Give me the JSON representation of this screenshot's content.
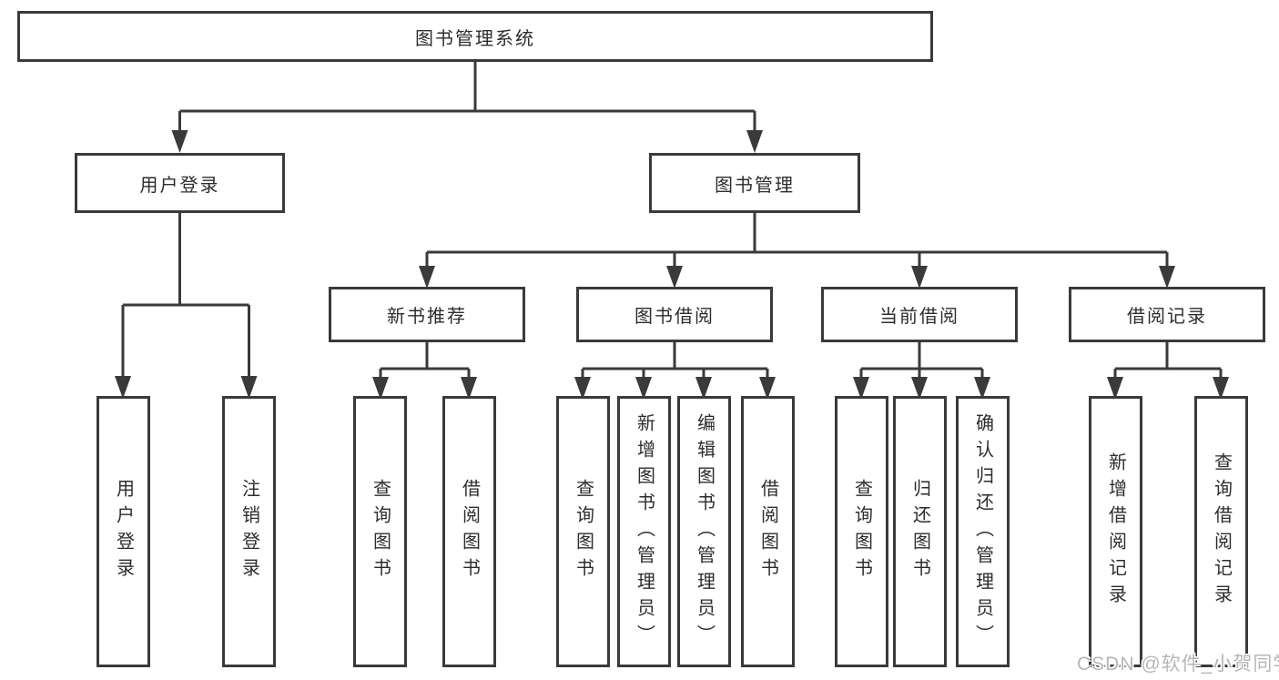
{
  "diagram": {
    "root": "图书管理系统",
    "level2": {
      "user_login": "用户登录",
      "book_mgmt": "图书管理"
    },
    "level3": {
      "new_books": "新书推荐",
      "book_borrow": "图书借阅",
      "current_borrow": "当前借阅",
      "borrow_records": "借阅记录"
    },
    "leaves": {
      "user_login_leaf": "用户登录",
      "logout": "注销登录",
      "nb_query": "查询图书",
      "nb_borrow": "借阅图书",
      "bb_query": "查询图书",
      "bb_add": "新增图书（管理员）",
      "bb_edit": "编辑图书（管理员）",
      "bb_borrow": "借阅图书",
      "cb_query": "查询图书",
      "cb_return": "归还图书",
      "cb_confirm": "确认归还（管理员）",
      "br_add": "新增借阅记录",
      "br_query": "查询借阅记录"
    }
  },
  "watermark": "CSDN @软件_小贺同学",
  "colors": {
    "line": "#3a3a3a",
    "box_border": "#3a3a3a",
    "text": "#2b2d30",
    "watermark": "#b4b7b9",
    "background": "#ffffff"
  }
}
